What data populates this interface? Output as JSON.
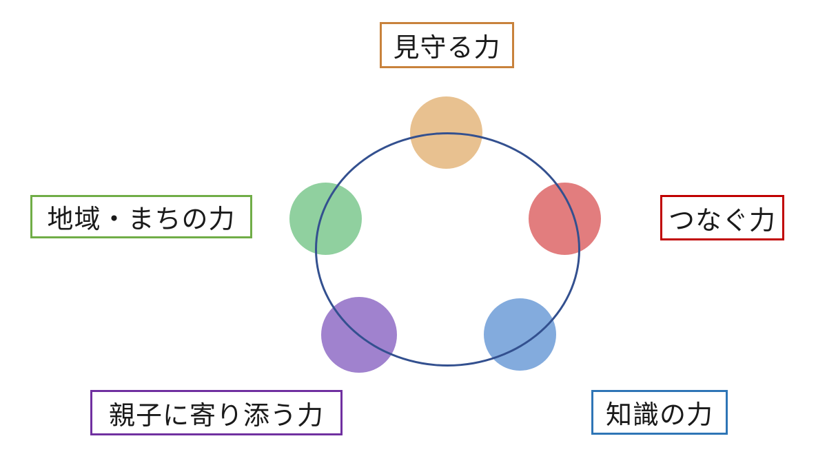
{
  "diagram": {
    "description": "Five powers pentagon circle diagram",
    "background": "#ffffff",
    "ring": {
      "color": "#33508F"
    },
    "nodes": [
      {
        "position": "top",
        "label": "見守る力",
        "dot_color": "#E8C190",
        "border_color": "#C8823C"
      },
      {
        "position": "right",
        "label": "つなぐ力",
        "dot_color": "#E27D7E",
        "border_color": "#C00000"
      },
      {
        "position": "bottom-right",
        "label": "知識の力",
        "dot_color": "#83ABDD",
        "border_color": "#2E75B6"
      },
      {
        "position": "bottom-left",
        "label": "親子に寄り添う力",
        "dot_color": "#A082CE",
        "border_color": "#7030A0"
      },
      {
        "position": "left",
        "label": "地域・まちの力",
        "dot_color": "#90D09F",
        "border_color": "#70AD47"
      }
    ]
  }
}
